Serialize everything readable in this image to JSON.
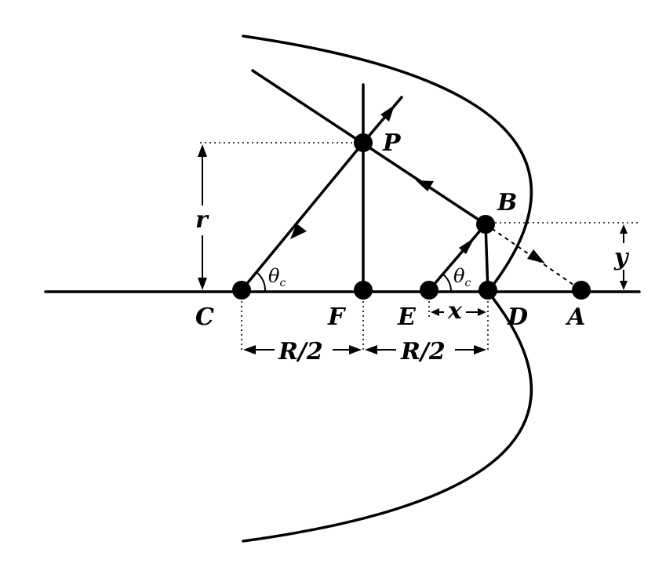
{
  "points": {
    "C": "C",
    "F": "F",
    "E": "E",
    "D": "D",
    "A": "A",
    "B": "B",
    "P": "P"
  },
  "dimensions": {
    "r": "r",
    "y": "y",
    "x": "x",
    "half_radius_left": "R/2",
    "half_radius_right": "R/2"
  },
  "angles": {
    "theta_symbol": "θ",
    "theta_subscript": "c"
  }
}
